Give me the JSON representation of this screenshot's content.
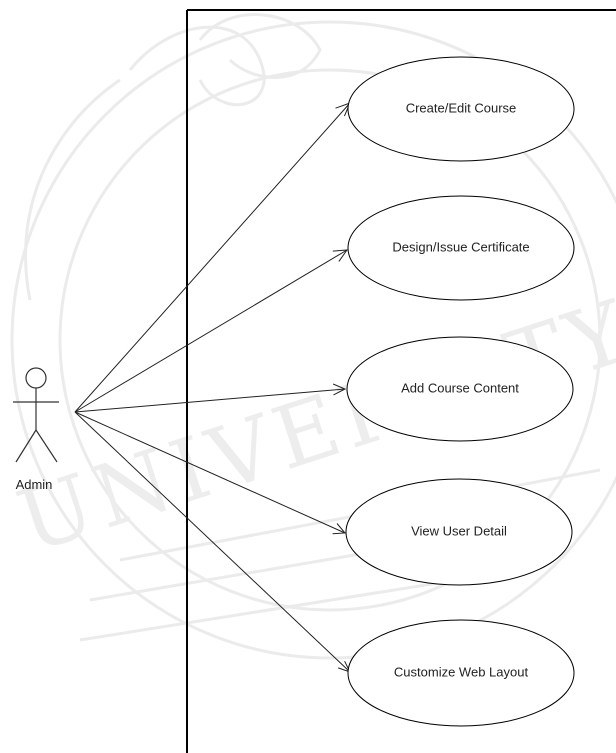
{
  "diagram": {
    "actor": {
      "label": "Admin"
    },
    "use_cases": [
      {
        "label": "Create/Edit Course"
      },
      {
        "label": "Design/Issue Certificate"
      },
      {
        "label": "Add Course Content"
      },
      {
        "label": "View User Detail"
      },
      {
        "label": "Customize Web Layout"
      }
    ],
    "watermark": {
      "text": "UNIVERSITY"
    }
  }
}
